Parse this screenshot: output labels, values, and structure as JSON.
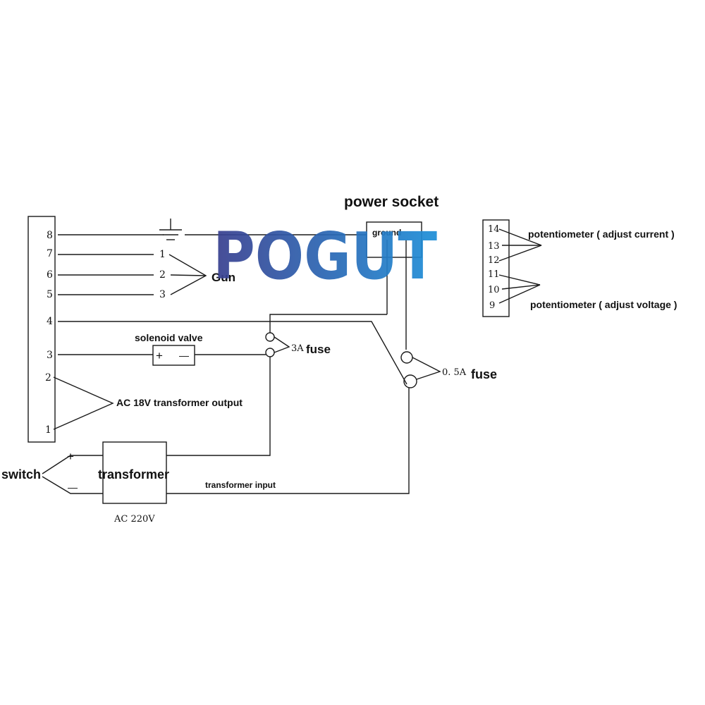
{
  "terminal_numbers": [
    "8",
    "7",
    "6",
    "5",
    "4",
    "3",
    "2",
    "1"
  ],
  "gun": {
    "label": "Gun",
    "pins": [
      "1",
      "2",
      "3"
    ]
  },
  "power_socket": {
    "title": "power socket",
    "ground_label": "ground"
  },
  "potentiometer_block": {
    "pins": [
      "14",
      "13",
      "12",
      "11",
      "10",
      "9"
    ],
    "current_label": "potentiometer ( adjust current )",
    "voltage_label": "potentiometer ( adjust voltage )"
  },
  "solenoid_valve": {
    "label": "solenoid valve",
    "plus": "+",
    "minus": "—"
  },
  "fuse_3a": {
    "rating": "3A",
    "label": "fuse"
  },
  "fuse_05a": {
    "rating": "0. 5A",
    "label": "fuse"
  },
  "ac18v_label": "AC 18V  transformer output",
  "transformer": {
    "label": "transformer",
    "input_label": "transformer input",
    "ac_label": "AC  220V"
  },
  "switch": {
    "label": "switch",
    "plus": "+",
    "minus": "—"
  },
  "watermark": {
    "text": "POGUT",
    "color_left": "#3a3f8f",
    "color_right": "#1e8fd8"
  }
}
